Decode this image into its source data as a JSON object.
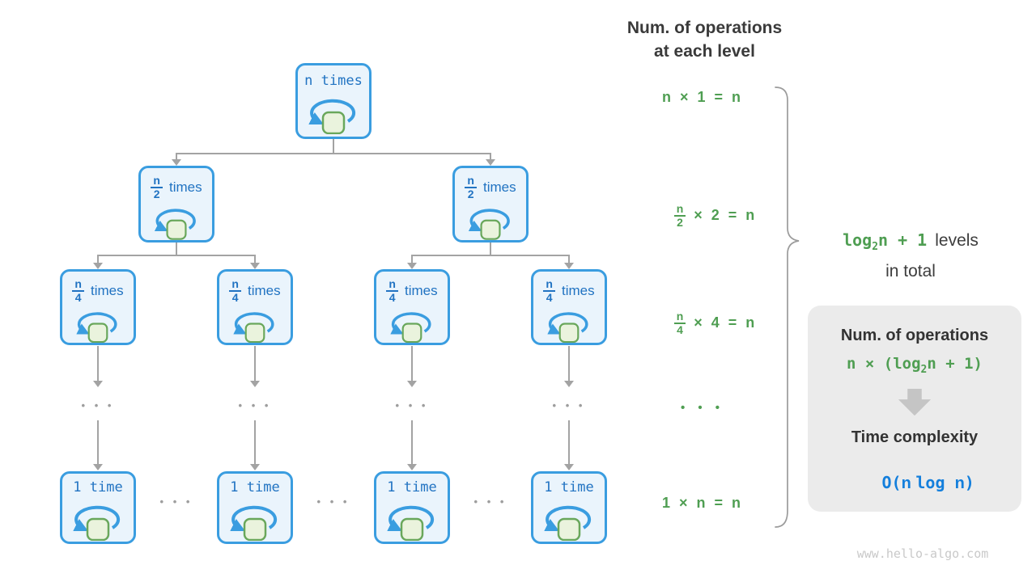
{
  "tree": {
    "root": {
      "label": "n times"
    },
    "level2": [
      {
        "num": "n",
        "den": "2",
        "word": "times"
      },
      {
        "num": "n",
        "den": "2",
        "word": "times"
      }
    ],
    "level3": [
      {
        "num": "n",
        "den": "4",
        "word": "times"
      },
      {
        "num": "n",
        "den": "4",
        "word": "times"
      },
      {
        "num": "n",
        "den": "4",
        "word": "times"
      },
      {
        "num": "n",
        "den": "4",
        "word": "times"
      }
    ],
    "bottom": [
      {
        "label": "1 time"
      },
      {
        "label": "1 time"
      },
      {
        "label": "1 time"
      },
      {
        "label": "1 time"
      }
    ],
    "ellipsis": "• • •"
  },
  "right_panel": {
    "heading_line1": "Num. of operations",
    "heading_line2": "at each level",
    "eq1": "n × 1 = n",
    "eq2": {
      "num": "n",
      "den": "2",
      "rest": "× 2 = n"
    },
    "eq3": {
      "num": "n",
      "den": "4",
      "rest": "× 4 = n"
    },
    "eq_dots": "• • •",
    "eq4": "1 × n = n",
    "brace_label": {
      "pre": "log",
      "sub": "2",
      "post": "n + 1",
      "dark": "levels",
      "line2": "in total"
    }
  },
  "summary_box": {
    "title": "Num. of operations",
    "formula": {
      "pre": "n × (log",
      "sub": "2",
      "post": "n + 1)"
    },
    "subtitle": "Time complexity",
    "complexity": {
      "s0": "O(",
      "s1": "n ",
      "s2": "log ",
      "s3": "n",
      "s4": ")"
    }
  },
  "watermark": "www.hello-algo.com",
  "colors": {
    "node_border_blue": "#3a9de0",
    "node_fill_blue": "#eaf4fc",
    "node_text_blue": "#2173c2",
    "square_green_fill": "#eaf3dd",
    "square_green_border": "#69a75b",
    "equation_green": "#4f9e52",
    "complexity_blue": "#147fdc",
    "connector_gray": "#a3a3a3",
    "box_gray": "#ebebeb"
  }
}
